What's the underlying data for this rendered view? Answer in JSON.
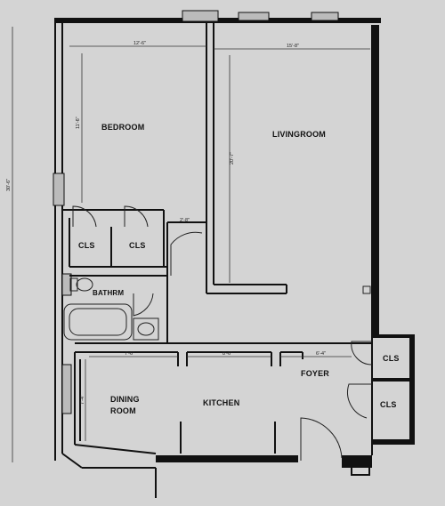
{
  "rooms": {
    "bedroom": "BEDROOM",
    "livingroom": "LIVINGROOM",
    "cls_bath_1": "CLS",
    "cls_bath_2": "CLS",
    "bathroom": "BATHRM",
    "dining_1": "DINING",
    "dining_2": "ROOM",
    "kitchen": "KITCHEN",
    "foyer": "FOYER",
    "cls_foyer_1": "CLS",
    "cls_foyer_2": "CLS"
  },
  "dimensions": {
    "bedroom_width": "12'-6\"",
    "living_width": "15'-8\"",
    "bedroom_height": "11'-6\"",
    "living_height": "20'-7\"",
    "closet_width": "2'-8\"",
    "overall_height": "30'-6\"",
    "dining_width": "7'-6\"",
    "kitchen_width": "8'-6\"",
    "foyer_width": "6'-4\"",
    "dining_height": "7'-4\""
  }
}
